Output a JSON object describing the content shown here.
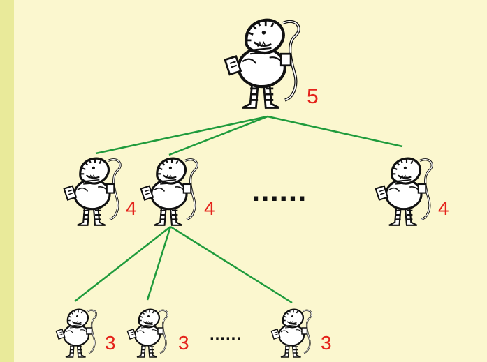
{
  "colors": {
    "background_outer": "#e9ea9a",
    "background_panel": "#fbf7cf",
    "edge": "#1f9b3c",
    "label": "#e4231b"
  },
  "icon": "monster-creature-icon",
  "tree": {
    "root_label": "5",
    "level1_labels": [
      "4",
      "4",
      "4"
    ],
    "level1_ellipsis": "......",
    "level2_labels": [
      "3",
      "3",
      "3"
    ],
    "level2_ellipsis": "......"
  }
}
